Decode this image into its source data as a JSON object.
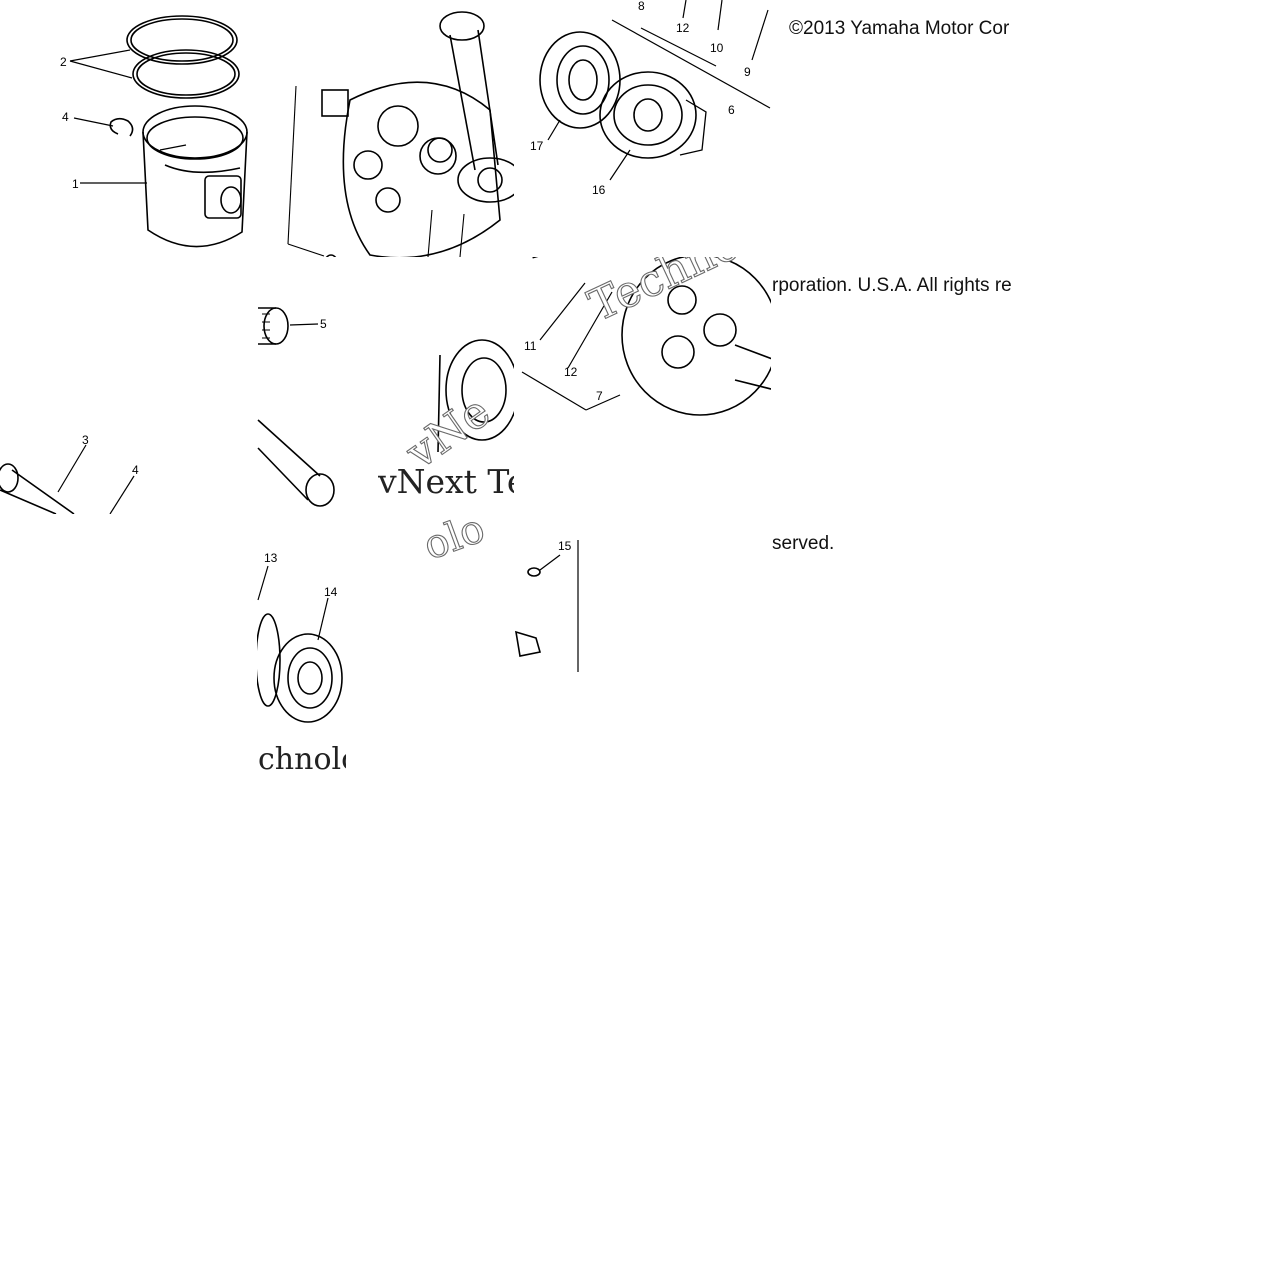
{
  "copyright": {
    "line1": "©2013 Yamaha Motor Cor",
    "line2": "rporation. U.S.A. All rights re",
    "line3": "served."
  },
  "watermark": {
    "brand_a": "vNext Te",
    "brand_b": "chnolo",
    "brand_c": "Techno",
    "brand_d": "vNe",
    "brand_e": "olo"
  },
  "callouts": {
    "c1": "1",
    "c2": "2",
    "c3": "3",
    "c4a": "4",
    "c4b": "4",
    "c5": "5",
    "c6": "6",
    "c7": "7",
    "c8": "8",
    "c9": "9",
    "c10": "10",
    "c11": "11",
    "c12a": "12",
    "c12b": "12",
    "c13": "13",
    "c14": "14",
    "c15": "15",
    "c16": "16",
    "c17": "17"
  }
}
